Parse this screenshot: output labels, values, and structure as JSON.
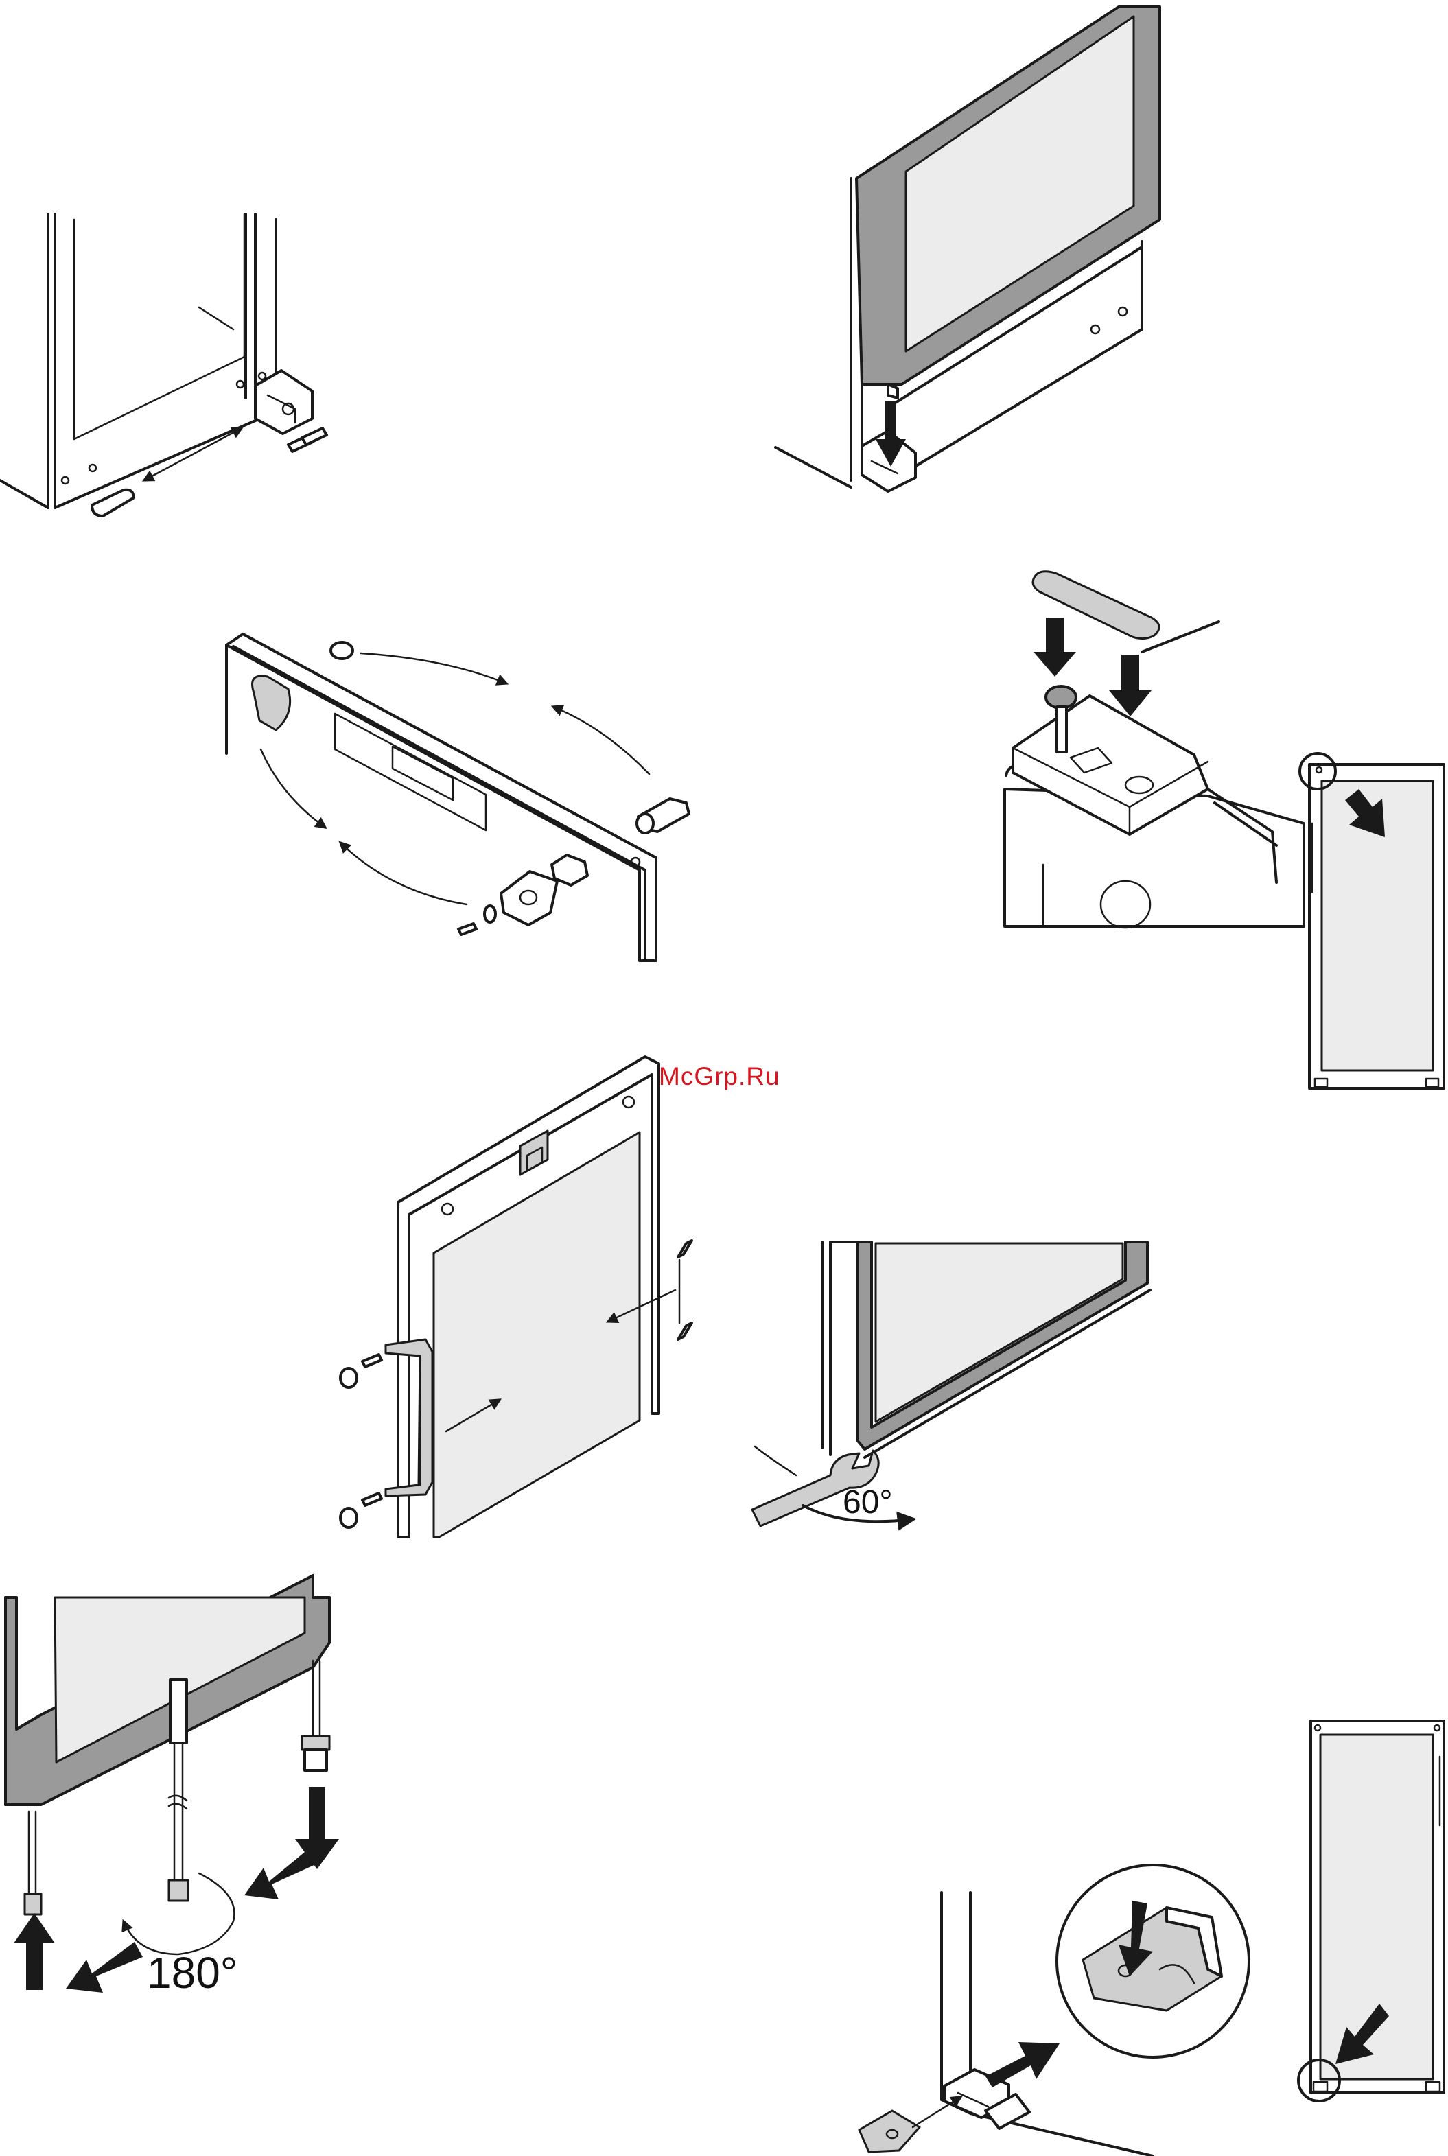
{
  "watermark": "McGrp.Ru",
  "angles": {
    "rotate_small": "60°",
    "rotate_large": "180°"
  },
  "colors": {
    "line": "#1a1a1a",
    "door_frame": "#9a9a9a",
    "glass": "#ececec",
    "watermark": "#d8141e"
  }
}
